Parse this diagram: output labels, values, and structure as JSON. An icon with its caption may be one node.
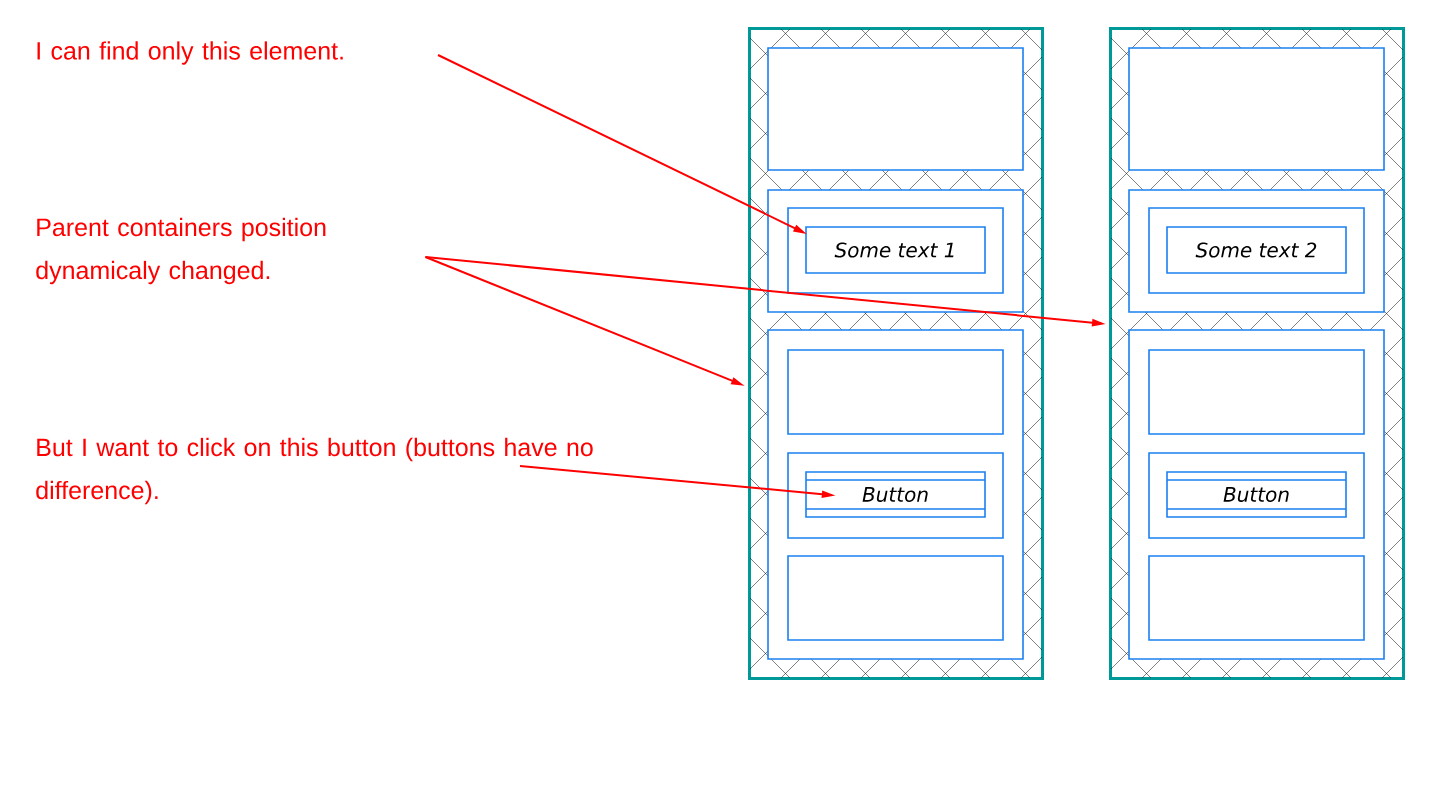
{
  "diagram": {
    "nodes": [
      {
        "text": [
          "I can find only this element."
        ]
      },
      {
        "text": [
          "Parent containers position dynamicaly changed."
        ]
      },
      {
        "text": [
          "But I want to click on this button (buttons have no difference)."
        ]
      },
      {
        "text": [],
        "shape": "box"
      },
      {
        "text": [],
        "shape": "box",
        "in": 3
      },
      {
        "text": [],
        "shape": "box",
        "in": 3
      },
      {
        "text": [],
        "shape": "box",
        "in": 5
      },
      {
        "text": [
          "Some text 1"
        ],
        "in": 6
      },
      {
        "text": [],
        "shape": "box",
        "in": 3
      },
      {
        "text": [],
        "shape": "box",
        "in": 8
      },
      {
        "text": [],
        "shape": "box",
        "in": 8
      },
      {
        "text": [
          "Button"
        ],
        "in": 10
      },
      {
        "text": [],
        "shape": "box",
        "in": 8
      },
      {
        "text": [],
        "shape": "box"
      },
      {
        "text": [],
        "shape": "box",
        "in": 13
      },
      {
        "text": [],
        "shape": "box",
        "in": 13
      },
      {
        "text": [],
        "shape": "box",
        "in": 15
      },
      {
        "text": [
          "Some text 2"
        ],
        "in": 16
      },
      {
        "text": [],
        "shape": "box",
        "in": 13
      },
      {
        "text": [],
        "shape": "box",
        "in": 18
      },
      {
        "text": [],
        "shape": "box",
        "in": 18
      },
      {
        "text": [
          "Button"
        ],
        "in": 20
      },
      {
        "text": [],
        "shape": "box",
        "in": 18
      }
    ],
    "edges": [
      {
        "from": 0,
        "to": 7,
        "arrow": "to"
      },
      {
        "from": 1,
        "to": 3,
        "arrow": "to"
      },
      {
        "from": 1,
        "to": 13,
        "arrow": "to"
      },
      {
        "from": 2,
        "to": 11,
        "arrow": "to"
      }
    ]
  }
}
